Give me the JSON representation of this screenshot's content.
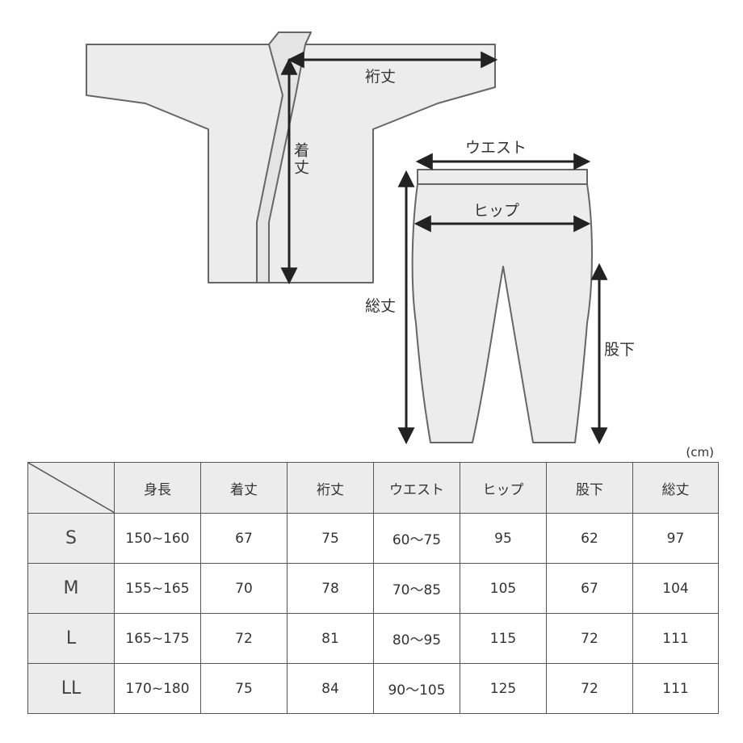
{
  "diagram": {
    "jacket_labels": {
      "sleeve": "裄丈",
      "length": "着丈"
    },
    "pants_labels": {
      "waist": "ウエスト",
      "hip": "ヒップ",
      "total": "総丈",
      "inseam": "股下"
    },
    "colors": {
      "garment_fill": "#ececec",
      "garment_stroke": "#666666",
      "arrow": "#222222"
    }
  },
  "table": {
    "unit": "(cm)",
    "headers": [
      "身長",
      "着丈",
      "裄丈",
      "ウエスト",
      "ヒップ",
      "股下",
      "総丈"
    ],
    "rows": [
      {
        "size": "S",
        "values": [
          "150~160",
          "67",
          "75",
          "60〜75",
          "95",
          "62",
          "97"
        ]
      },
      {
        "size": "M",
        "values": [
          "155~165",
          "70",
          "78",
          "70〜85",
          "105",
          "67",
          "104"
        ]
      },
      {
        "size": "L",
        "values": [
          "165~175",
          "72",
          "81",
          "80〜95",
          "115",
          "72",
          "111"
        ]
      },
      {
        "size": "LL",
        "values": [
          "170~180",
          "75",
          "84",
          "90〜105",
          "125",
          "72",
          "111"
        ]
      }
    ]
  }
}
